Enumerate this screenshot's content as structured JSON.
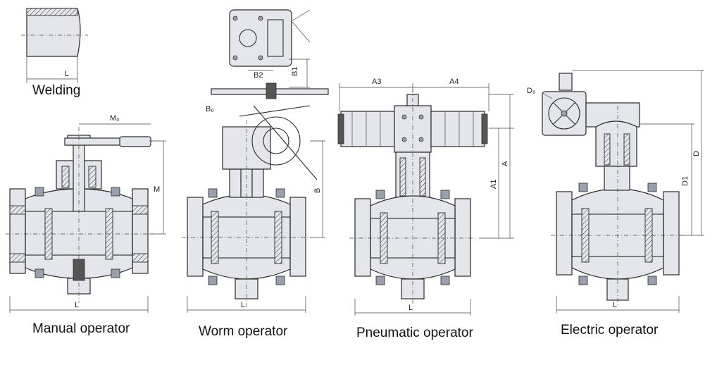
{
  "captions": {
    "welding": "Welding",
    "manual": "Manual operator",
    "worm": "Worm operator",
    "pneumatic": "Pneumatic operator",
    "electric": "Electric operator"
  },
  "dimensions": {
    "welding_l": "L",
    "manual_m0": "M₀",
    "manual_m": "M",
    "manual_l": "L",
    "worm_b0": "B₀",
    "worm_b1": "B1",
    "worm_b2": "B2",
    "worm_b": "B",
    "worm_l": "L",
    "pneu_a3": "A3",
    "pneu_a4": "A4",
    "pneu_a1": "A1",
    "pneu_a": "A",
    "pneu_l": "L",
    "elec_d0": "D₀",
    "elec_d1": "D1",
    "elec_d": "D",
    "elec_l": "L"
  }
}
